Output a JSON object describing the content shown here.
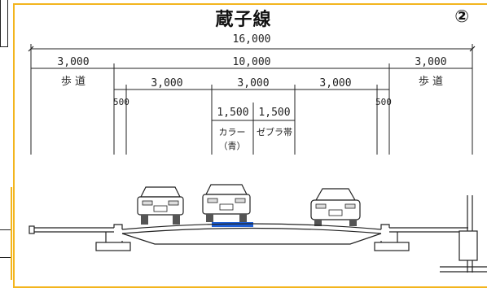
{
  "title": "蔵子線",
  "section_number": "②",
  "dimensions": {
    "total": "16,000",
    "sidewalk_left": "3,000",
    "roadway": "10,000",
    "sidewalk_right": "3,000",
    "lane_left": "3,000",
    "lane_center": "3,000",
    "lane_right": "3,000",
    "shoulder_left": "500",
    "shoulder_right": "500",
    "color_band": "1,500",
    "zebra_band": "1,500"
  },
  "labels": {
    "sidewalk_left": "歩 道",
    "sidewalk_right": "歩 道",
    "color_line1": "カラー",
    "color_line2": "（青）",
    "zebra": "ゼブラ帯"
  },
  "colors": {
    "frame": "#f3b51e",
    "blue_band": "#1f5fd6",
    "line": "#222222"
  },
  "icons": [
    "car-front-left",
    "car-front-center",
    "car-front-right"
  ]
}
